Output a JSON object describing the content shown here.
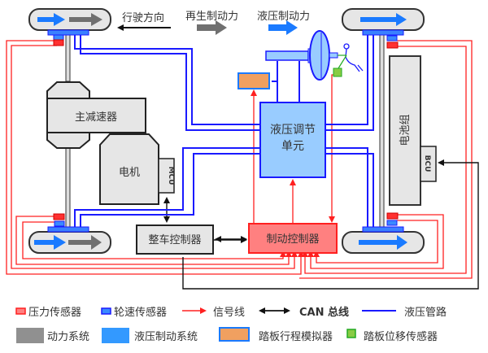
{
  "title_labels": {
    "driving_direction": "行驶方向",
    "regen_force": "再生制动力",
    "hydraulic_force": "液压制动力"
  },
  "components": {
    "final_drive": "主减速器",
    "motor": "电机",
    "mcu": "MCU",
    "hydraulic_unit_line1": "液压调节",
    "hydraulic_unit_line2": "单元",
    "battery": "电池组",
    "bcu": "BCU",
    "vehicle_controller": "整车控制器",
    "brake_controller": "制动控制器"
  },
  "legend": {
    "row1": [
      {
        "name": "pressure-sensor",
        "label": "压力传感器"
      },
      {
        "name": "wheel-speed-sensor",
        "label": "轮速传感器"
      },
      {
        "name": "signal-line",
        "label": "信号线"
      },
      {
        "name": "can-bus",
        "label": "CAN 总线"
      },
      {
        "name": "hydraulic-pipe",
        "label": "液压管路"
      }
    ],
    "row2": [
      {
        "name": "power-system",
        "label": "动力系统"
      },
      {
        "name": "hydraulic-brake-system",
        "label": "液压制动系统"
      },
      {
        "name": "pedal-stroke-simulator",
        "label": "踏板行程模拟器"
      },
      {
        "name": "pedal-displacement-sensor",
        "label": "踏板位移传感器"
      }
    ]
  },
  "colors": {
    "signal": "#ff2020",
    "hydraulic": "#1a1aff",
    "hydraulic_fill": "#99ccff",
    "power": "#707070",
    "brake_arrow": "#1a7aff",
    "brake_ctrl_fill": "#ff8080",
    "simulator_fill": "#f0a060",
    "pedal_sensor_fill": "#88cc44",
    "gray_box": "#e6e6e6"
  }
}
